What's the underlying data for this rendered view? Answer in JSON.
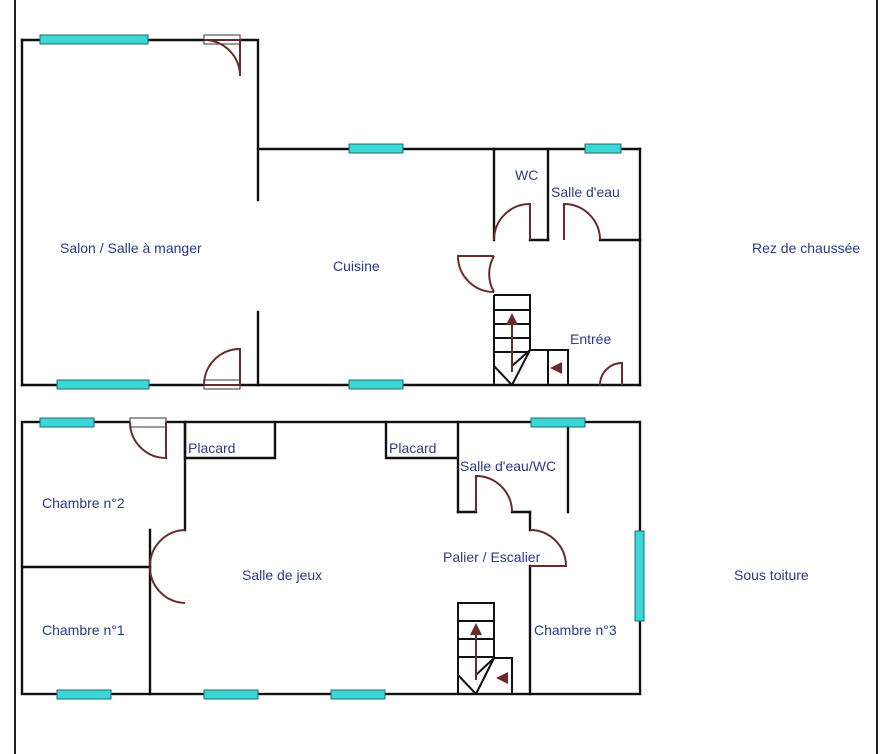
{
  "ground_floor": {
    "title": "Rez de chaussée",
    "rooms": {
      "salon": "Salon / Salle à manger",
      "cuisine": "Cuisine",
      "wc": "WC",
      "salle_eau": "Salle d'eau",
      "entree": "Entrée"
    }
  },
  "upper_floor": {
    "title": "Sous toiture",
    "rooms": {
      "placard_left": "Placard",
      "placard_right": "Placard",
      "salle_eau_wc": "Salle d'eau/WC",
      "chambre2": "Chambre n°2",
      "salle_jeux": "Salle de jeux",
      "palier": "Palier / Escalier",
      "chambre1": "Chambre n°1",
      "chambre3": "Chambre n°3"
    }
  },
  "colors": {
    "label": "#2a3a8c",
    "window": "#3cd6d6",
    "door": "#6b2a2a",
    "wall": "#111111"
  }
}
